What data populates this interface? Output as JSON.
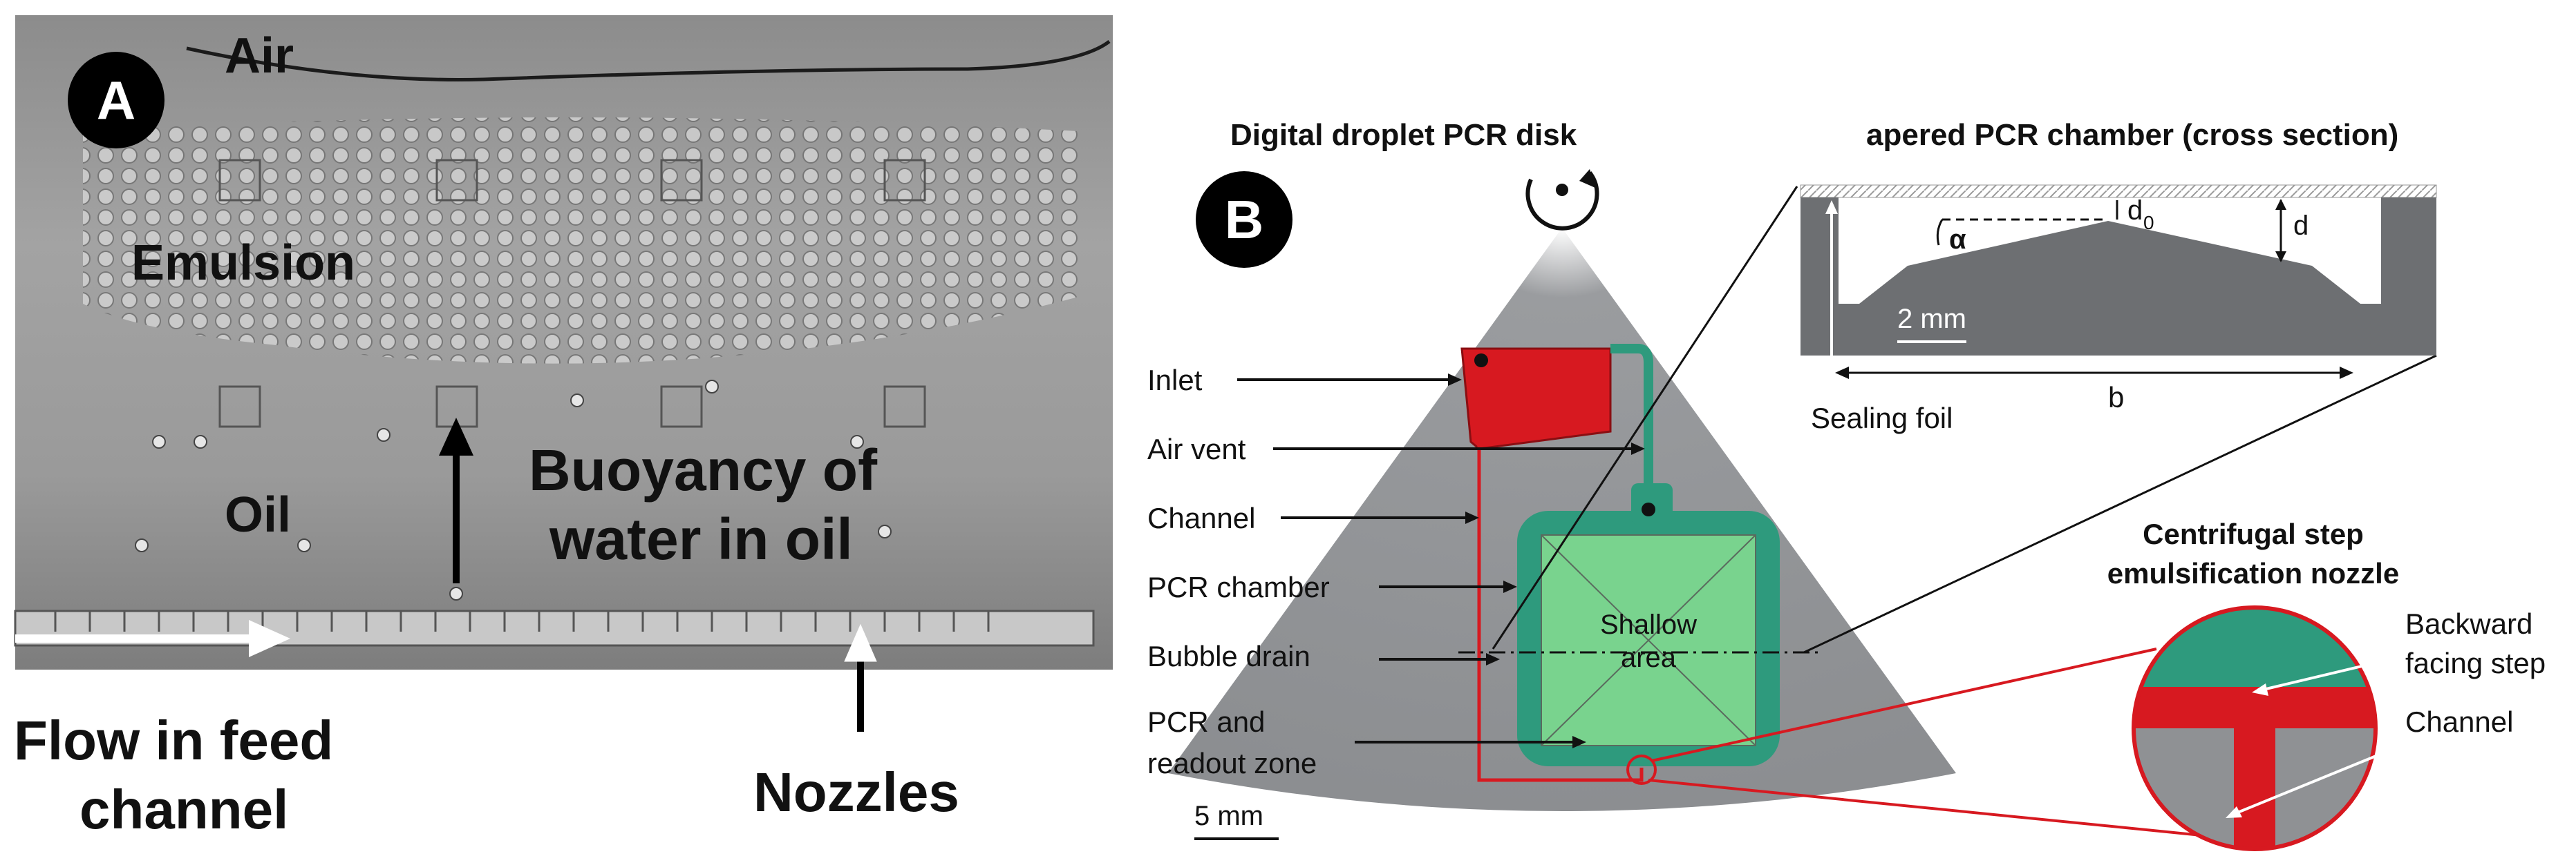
{
  "panel_a": {
    "badge": "A",
    "label_air": "Air",
    "label_emulsion": "Emulsion",
    "label_oil": "Oil",
    "label_buoyancy_1": "Buoyancy of",
    "label_buoyancy_2": "water in oil",
    "label_flow_1": "Flow in feed",
    "label_flow_2": "channel",
    "label_nozzles": "Nozzles"
  },
  "panel_b": {
    "badge": "B",
    "disk_title": "Digital droplet PCR disk",
    "cross_section_title": "apered PCR chamber (cross section)",
    "label_inlet": "Inlet",
    "label_air_vent": "Air vent",
    "label_channel": "Channel",
    "label_pcr_chamber": "PCR chamber",
    "label_bubble_drain": "Bubble drain",
    "label_pcr_readout_1": "PCR and",
    "label_pcr_readout_2": "readout zone",
    "label_shallow_1": "Shallow",
    "label_shallow_2": "area",
    "scale_5mm": "5 mm",
    "scale_2mm": "2 mm",
    "label_alpha": "α",
    "label_d0": "d",
    "label_d0_sub": "0",
    "label_d": "d",
    "label_b": "b",
    "label_sealing_foil": "Sealing foil",
    "nozzle_title_1": "Centrifugal step",
    "nozzle_title_2": "emulsification nozzle",
    "label_backward_1": "Backward",
    "label_backward_2": "facing step",
    "label_channel_zoom": "Channel"
  },
  "colors": {
    "red": "#d71920",
    "teal": "#2e9a7d",
    "light_green": "#79d38e",
    "disk_gray": "#8f9194",
    "dark_gray": "#6d6f72"
  }
}
